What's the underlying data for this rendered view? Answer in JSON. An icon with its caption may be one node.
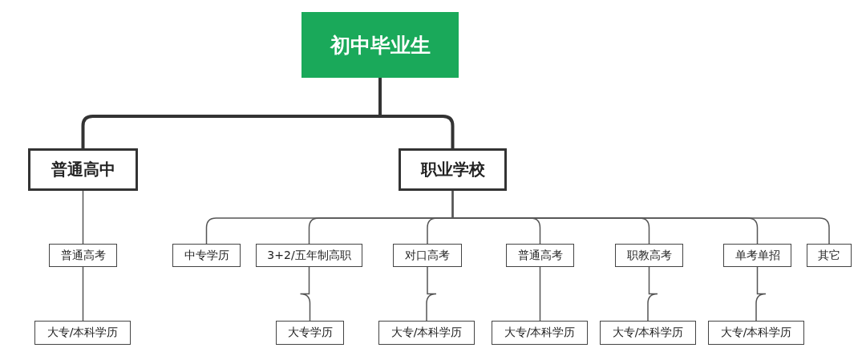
{
  "diagram": {
    "nodes": [
      {
        "text": [
          "初中毕业生"
        ]
      },
      {
        "text": [
          "普通高中"
        ]
      },
      {
        "text": [
          "职业学校"
        ]
      },
      {
        "text": [
          "普通高考"
        ]
      },
      {
        "text": [
          "大专/本科学历"
        ]
      },
      {
        "text": [
          "中专学历"
        ]
      },
      {
        "text": [
          "3+2/五年制高职"
        ]
      },
      {
        "text": [
          "大专学历"
        ]
      },
      {
        "text": [
          "对口高考"
        ]
      },
      {
        "text": [
          "大专/本科学历"
        ]
      },
      {
        "text": [
          "普通高考"
        ]
      },
      {
        "text": [
          "大专/本科学历"
        ]
      },
      {
        "text": [
          "职教高考"
        ]
      },
      {
        "text": [
          "大专/本科学历"
        ]
      },
      {
        "text": [
          "单考单招"
        ]
      },
      {
        "text": [
          "大专/本科学历"
        ]
      },
      {
        "text": [
          "其它"
        ]
      }
    ],
    "edges": [
      {
        "from": 0,
        "to": 1,
        "arrow": "none",
        "style": "thick"
      },
      {
        "from": 0,
        "to": 2,
        "arrow": "none",
        "style": "thick"
      },
      {
        "from": 1,
        "to": 3,
        "arrow": "none"
      },
      {
        "from": 3,
        "to": 4,
        "arrow": "none"
      },
      {
        "from": 2,
        "to": 5,
        "arrow": "none"
      },
      {
        "from": 2,
        "to": 6,
        "arrow": "none"
      },
      {
        "from": 2,
        "to": 8,
        "arrow": "none"
      },
      {
        "from": 2,
        "to": 10,
        "arrow": "none"
      },
      {
        "from": 2,
        "to": 12,
        "arrow": "none"
      },
      {
        "from": 2,
        "to": 14,
        "arrow": "none"
      },
      {
        "from": 2,
        "to": 16,
        "arrow": "none"
      },
      {
        "from": 6,
        "to": 7,
        "arrow": "none"
      },
      {
        "from": 8,
        "to": 9,
        "arrow": "none"
      },
      {
        "from": 10,
        "to": 11,
        "arrow": "none"
      },
      {
        "from": 12,
        "to": 13,
        "arrow": "none"
      },
      {
        "from": 14,
        "to": 15,
        "arrow": "none"
      }
    ]
  }
}
